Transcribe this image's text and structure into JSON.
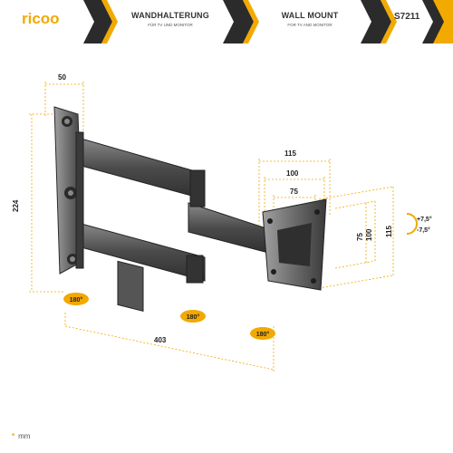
{
  "header": {
    "brand": "ricoo",
    "de_title": "WANDHALTERUNG",
    "de_subtitle": "FÜR TV UND MONITOR",
    "en_title": "WALL MOUNT",
    "en_subtitle": "FOR TV AND MONITOR",
    "sku": "S7211"
  },
  "dimensions": {
    "wall_plate_width": "50",
    "wall_plate_height": "224",
    "max_extension": "403",
    "vesa_115_h": "115",
    "vesa_100_h": "100",
    "vesa_75_h": "75",
    "vesa_75_v": "75",
    "vesa_100_v": "100",
    "vesa_115_v": "115"
  },
  "rotation": {
    "wall_swivel": "180°",
    "arm_swivel": "180°",
    "head_swivel": "180°",
    "tilt_up": "+7,5°",
    "tilt_down": "-7,5°"
  },
  "footer": {
    "unit_note": "mm",
    "star": "*"
  },
  "colors": {
    "accent": "#f2a900",
    "header_dark": "#2b2b2b",
    "metal_dark": "#3f3f3f",
    "metal_light": "#9a9a9a"
  }
}
